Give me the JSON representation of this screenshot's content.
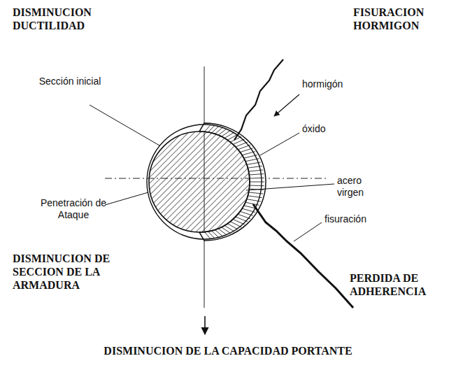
{
  "diagram": {
    "labels": [
      "DISMINUCION DUCTILIDAD",
      "FISURACION HORMIGON",
      "Sección inicial",
      "Penetración de Ataque",
      "hormigón",
      "óxido",
      "acero virgen",
      "fisuración",
      "DISMINUCION DE SECCION DE LA ARMADURA",
      "PERDIDA DE ADHERENCIA",
      "DISMINUCION DE LA CAPACIDAD PORTANTE"
    ]
  }
}
